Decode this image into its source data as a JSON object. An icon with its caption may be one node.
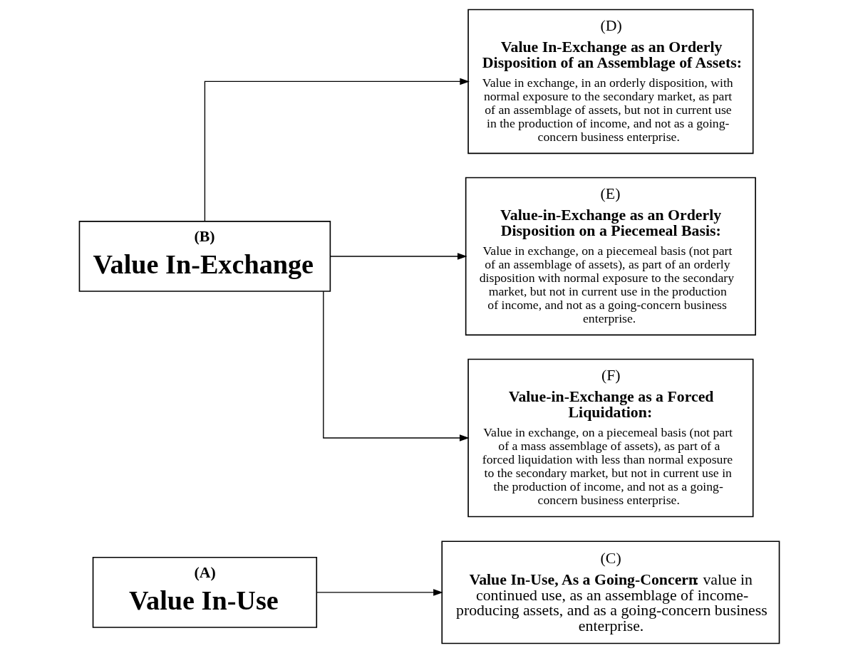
{
  "diagram": {
    "nodes": [
      {
        "text": [
          "(A)",
          "Value In-Use"
        ]
      },
      {
        "text": [
          "(B)",
          "Value In-Exchange"
        ]
      },
      {
        "text": [
          "(C)",
          "**Value In-Use, As a Going-Concern**: value in continued use, as an assemblage of income-producing assets, and as a going-concern business enterprise."
        ]
      },
      {
        "text": [
          "(D)",
          "Value In-Exchange as an Orderly Disposition of an Assemblage of Assets:",
          "Value in exchange, in an orderly disposition, with normal exposure to the secondary market, as part of an assemblage of assets, but not in current use in the production of income, and not as a going-concern business enterprise."
        ]
      },
      {
        "text": [
          "(E)",
          "Value-in-Exchange as an Orderly Disposition on a Piecemeal Basis:",
          "Value in exchange, on a piecemeal basis (not part of an assemblage of assets), as part of an orderly disposition with normal exposure to the secondary market, but not in current use in the production of income, and not as a going-concern business enterprise."
        ]
      },
      {
        "text": [
          "(F)",
          "Value-in-Exchange as a Forced Liquidation:",
          "Value in exchange, on a piecemeal basis (not part of a mass assemblage of assets), as part of a forced liquidation with less than normal exposure to the secondary market, but not in current use in the production of income, and not as a going-concern business enterprise."
        ]
      }
    ],
    "edges": [
      {
        "from": 0,
        "to": 2,
        "arrow": "to"
      },
      {
        "from": 1,
        "to": 3,
        "arrow": "to"
      },
      {
        "from": 1,
        "to": 4,
        "arrow": "to"
      },
      {
        "from": 1,
        "to": 5,
        "arrow": "to"
      }
    ]
  }
}
